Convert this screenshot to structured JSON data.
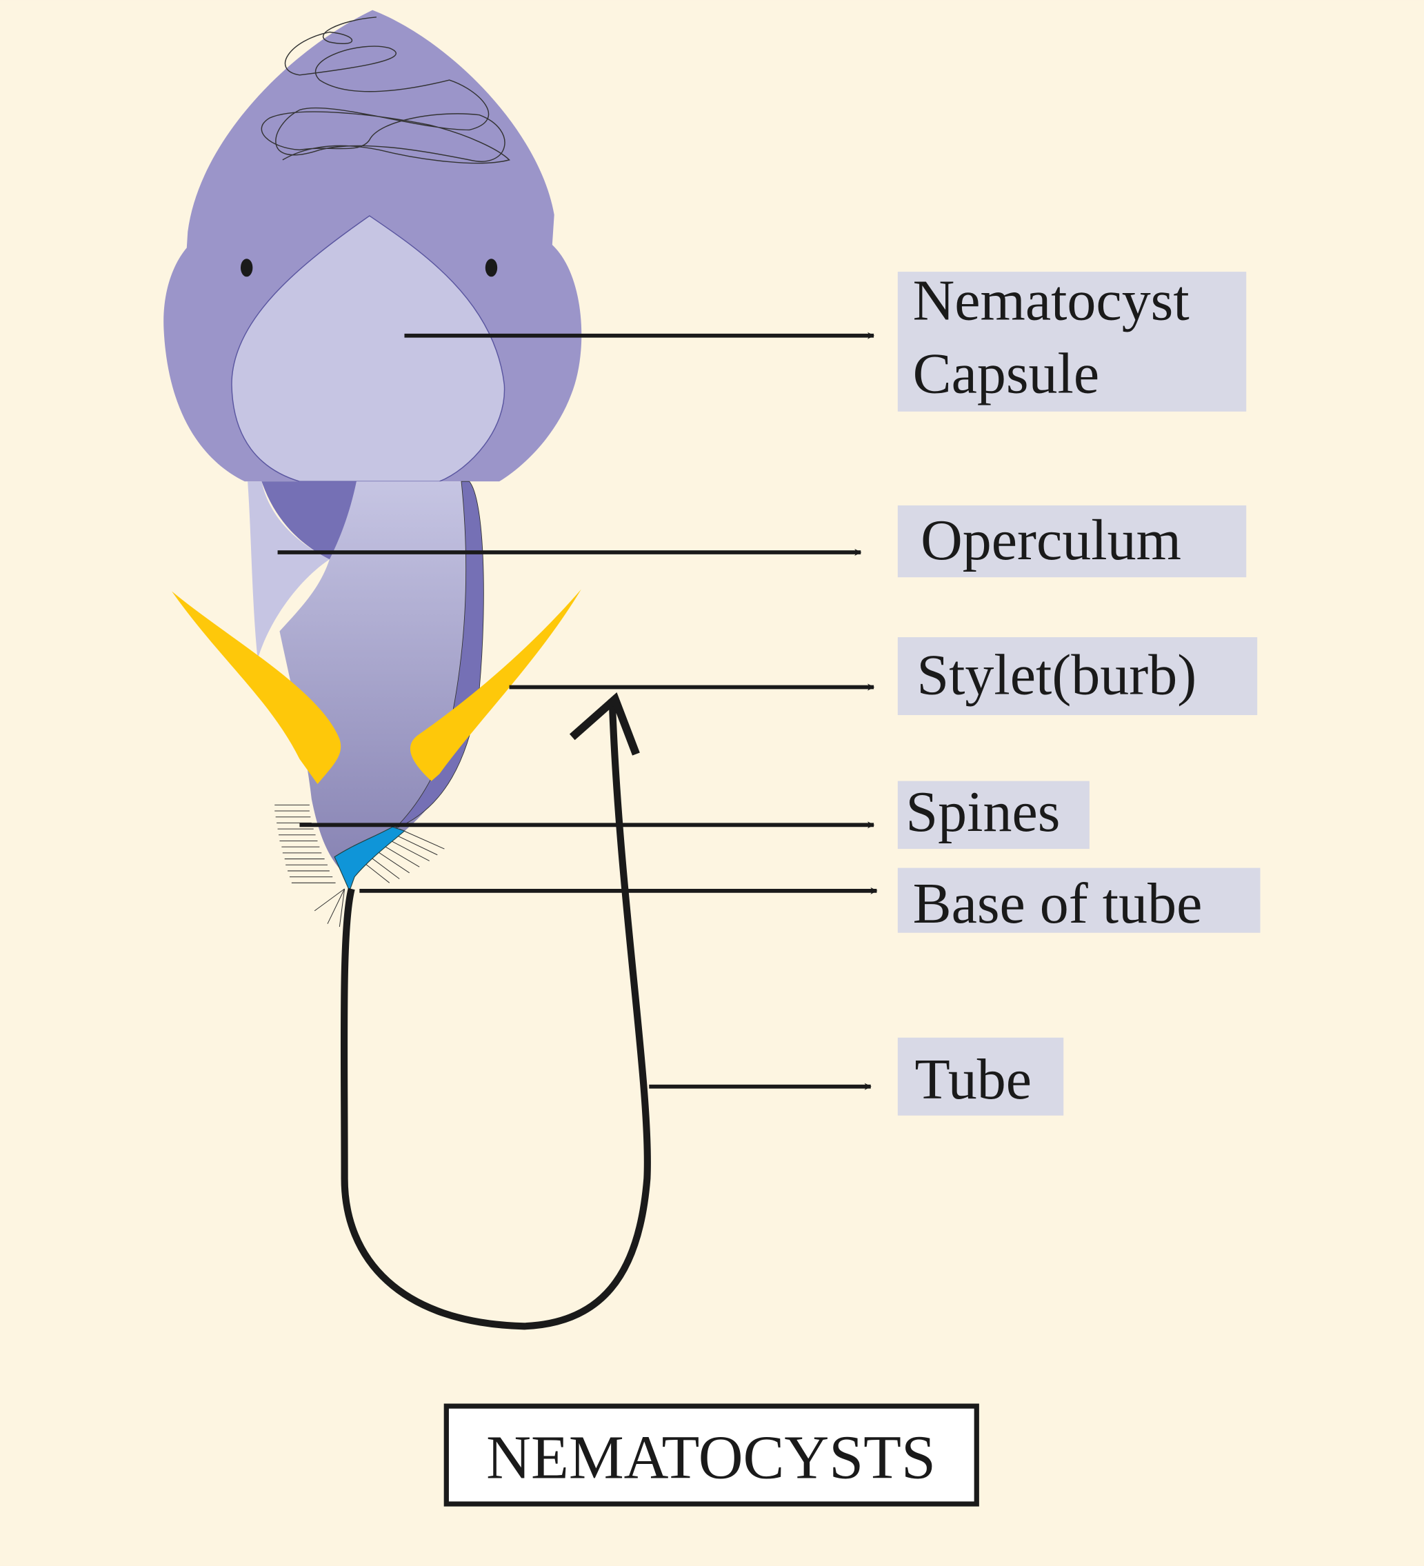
{
  "labels": {
    "capsule_line1": "Nematocyst",
    "capsule_line2": "Capsule",
    "operculum": "Operculum",
    "stylet": "Stylet(burb)",
    "spines": "Spines",
    "base_of_tube": "Base of tube",
    "tube": "Tube"
  },
  "title": "NEMATOCYSTS",
  "colors": {
    "background": "#fdf5e1",
    "capsule_outer": "#9b95c9",
    "capsule_inner": "#c6c5e3",
    "operculum_dark": "#7570b5",
    "stylet": "#fec80a",
    "base": "#0f95d8",
    "label_box": "#d8d9e6"
  }
}
